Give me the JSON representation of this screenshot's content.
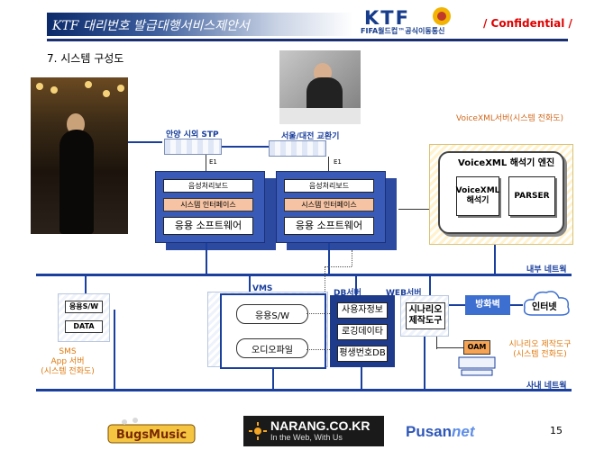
{
  "header": {
    "title": "KTF 대리번호 발급대행서비스제안서",
    "brand": "KTF",
    "brand_sub": "FIFA월드컵™공식이동통신",
    "confidential": "/ Confidential /"
  },
  "section_title": "7. 시스템 구성도",
  "switches": {
    "stp_label": "안양 시외 STP",
    "exchange_label": "서울/대전 교환기",
    "e1_a": "E1",
    "e1_b": "E1"
  },
  "stack_left": {
    "board": "음성처리보드",
    "iface": "시스템 인터페이스",
    "app": "응용 소프트웨어"
  },
  "stack_right": {
    "board": "음성처리보드",
    "iface": "시스템 인터페이스",
    "app": "응용 소프트웨어"
  },
  "voicexml": {
    "server_label": "VoiceXML서버(시스템 전화도)",
    "engine_label": "VoiceXML 해석기 엔진",
    "interpreter": "VoiceXML 해석기",
    "parser": "PARSER"
  },
  "networks": {
    "internal": "내부 네트웍",
    "company": "사내 네트웍"
  },
  "sms": {
    "app_sw": "응용S/W",
    "data": "DATA",
    "label_line1": "SMS",
    "label_line2": "App 서버",
    "label_line3": "(시스템 전화도)"
  },
  "vms": {
    "label": "VMS",
    "app_sw": "응용S/W",
    "audio": "오디오파일"
  },
  "db": {
    "label": "DB서버",
    "items": [
      "사용자정보",
      "로깅데이타",
      "평생번호DB"
    ]
  },
  "web": {
    "label": "WEB서버",
    "scenario": "시나리오 제작도구"
  },
  "firewall": "방화벽",
  "internet": "인터넷",
  "oam": "OAM",
  "scenario_tool_label": {
    "line1": "시나리오 제작도구",
    "line2": "(시스템 전화도)"
  },
  "footer": {
    "bugs": "BugsMusic",
    "narang_title": "NARANG.CO.KR",
    "narang_sub": "In the Web, With Us",
    "pusan_a": "Pusan",
    "pusan_b": "net",
    "page": "15"
  },
  "colors": {
    "network_line": "#1a3f9c",
    "accent_orange": "#e07a10",
    "confidential": "#e00000"
  }
}
